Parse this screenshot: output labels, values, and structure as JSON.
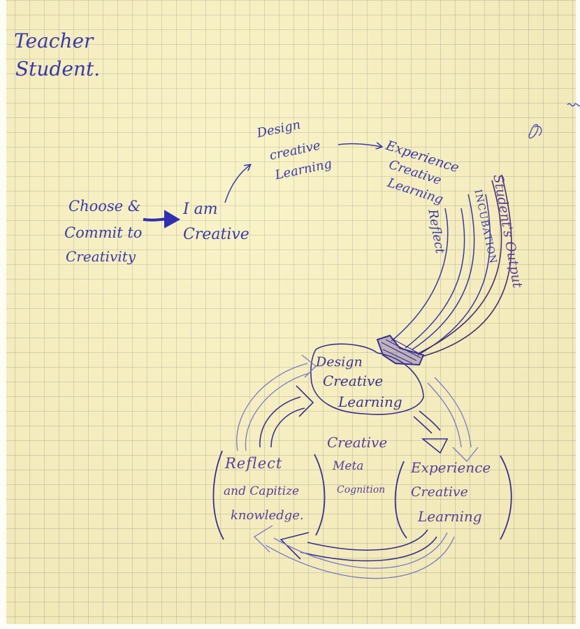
{
  "header": {
    "line1": "Teacher",
    "line2": "Student."
  },
  "flow": {
    "start": [
      "Choose &",
      "Commit to",
      "Creativity"
    ],
    "self": [
      "I am",
      "Creative"
    ],
    "design": [
      "Design",
      "creative",
      "Learning"
    ],
    "experience": [
      "Experience",
      "Creative",
      "Learning"
    ],
    "arrow_reflect": "Reflect",
    "arrow_incubation": "INCUBATION",
    "arrow_output": "Student's Output"
  },
  "cycle": {
    "design": [
      "Design",
      "Creative",
      "Learning"
    ],
    "experience": [
      "Experience",
      "Creative",
      "Learning"
    ],
    "reflect": [
      "Reflect",
      "and Capitize",
      "knowledge."
    ],
    "center": [
      "Creative",
      "Meta",
      "Cognition"
    ]
  },
  "colors": {
    "ink_blue": "#3b3aa8",
    "ink_violet": "#5a3f9a",
    "ink_purple": "#4a2f6e",
    "paper": "#f6eec0"
  }
}
